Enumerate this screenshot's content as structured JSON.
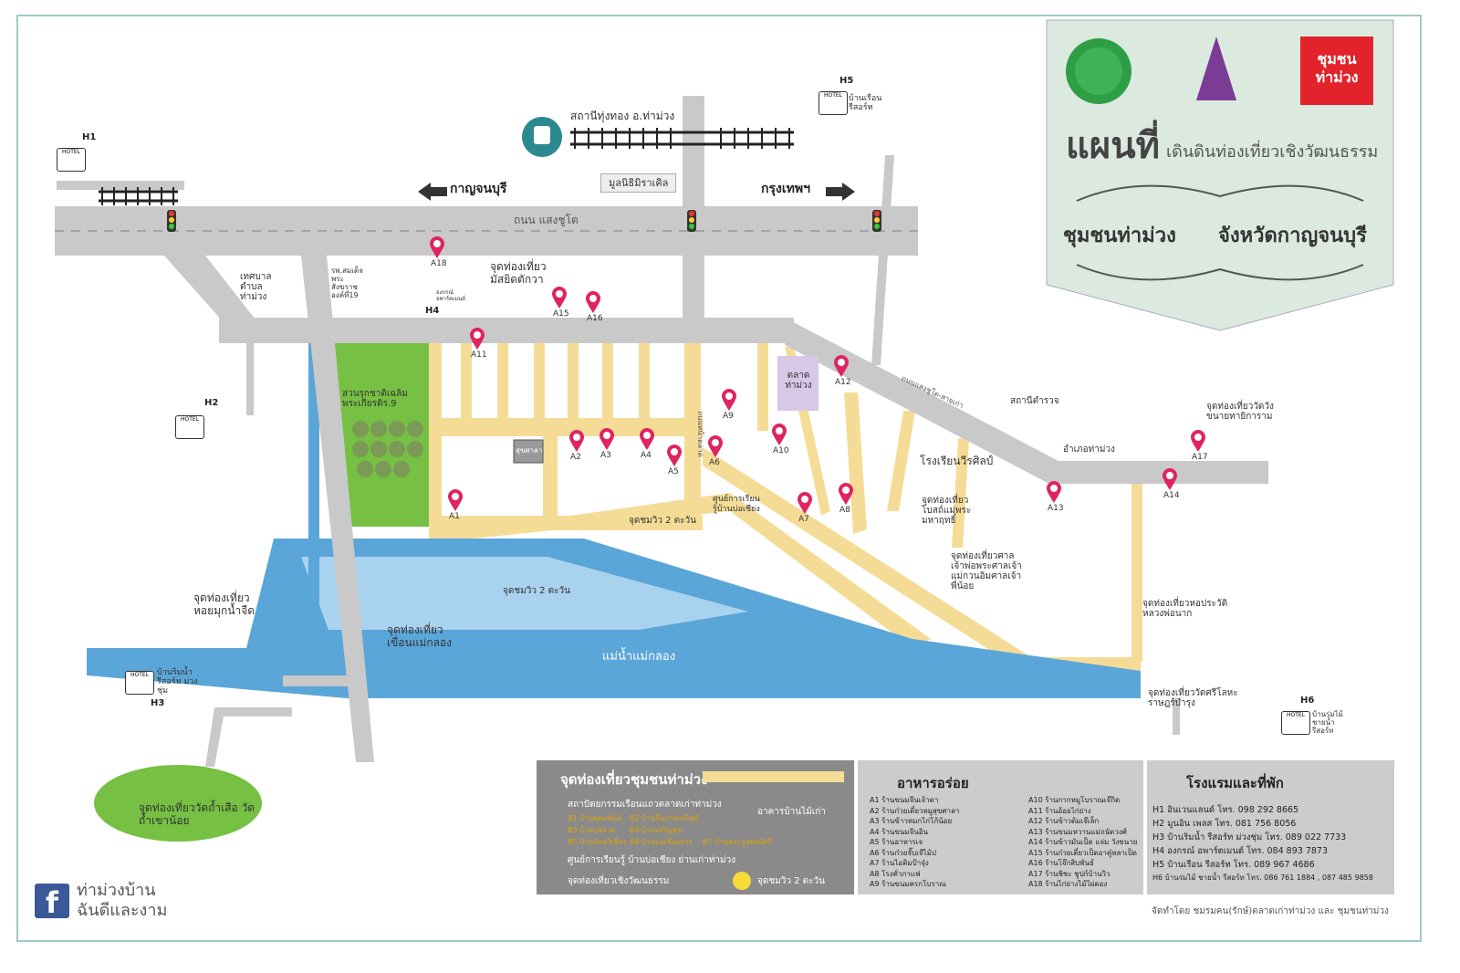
{
  "header": {
    "title_main": "แผนที่",
    "title_sub": "เดินดินท่องเที่ยวเชิงวัฒนธรรม",
    "community": "ชุมชนท่าม่วง",
    "province": "จังหวัดกาญจนบุรี",
    "logo_right_text": "ชุมชนท่าม่วง"
  },
  "places": {
    "station": "สถานีทุ่งทอง อ.ท่าม่วง",
    "foundation": "มูลนิธิมิราเคิล",
    "to_kanchanaburi": "กาญจนบุรี",
    "to_bangkok": "กรุงเทพฯ",
    "road_saengchuto": "ถนน แสงชูโต",
    "municipality": "เทศบาลตำบลท่าม่วง",
    "hospital": "รพ.สมเด็จพระสังฆราชองค์ที่19",
    "mosque": "จุดท่องเที่ยวมัสยิดตักวา",
    "park": "สวนรุกชาติเฉลิมพระเกียรติร.9",
    "market": "ตลาดท่าม่วง",
    "sala": "สุขศาลา",
    "learning_center": "ศูนย์การเรียนรู้บ้านบ่อเชียง",
    "viewpoint": "จุดชมวิว 2 ตะวัน",
    "river_viewpoint": "จุดชมวิว 2 ตะวัน",
    "police": "สถานีตำรวจ",
    "district_office": "อำเภอท่าม่วง",
    "school": "โรงเรียนวีรศิลป์",
    "church": "จุดท่องเที่ยวโบสถ์แม่พระมหาฤทธิ์",
    "shrine": "จุดท่องเที่ยวศาลเจ้าพ่อพระศาลเจ้าแม่กวนอิมศาลเจ้าพี่น้อย",
    "wat_wang": "จุดท่องเที่ยววัดวังขนายทายิการาม",
    "luang_pho": "จุดท่องเที่ยวหอประวัติหลวงพ่อนาก",
    "wat_sri": "จุดท่องเที่ยววัดศรีโลหะราษฎร์บำรุง",
    "river": "แม่น้ำแม่กลอง",
    "pearl": "จุดท่องเที่ยวหอยมุกน้ำจืด",
    "dam": "จุดท่องเที่ยวเขื่อนแม่กลอง",
    "cave": "จุดท่องเที่ยววัดถ้ำเสือ วัดถ้ำเขาน้อย",
    "road_vertical": "ถนนแสงชูโต-สายเก่า",
    "road_market": "ถนนหน้าตลาด"
  },
  "hotels_map": [
    {
      "id": "H1",
      "name": "HOTEL"
    },
    {
      "id": "H2",
      "name": "HOTEL"
    },
    {
      "id": "H3",
      "name": "บ้านริมน้ำ รีสอร์ท ม่วงชุ่ม"
    },
    {
      "id": "H4",
      "name": "องกรณ์ อพาร์ตเมนต์"
    },
    {
      "id": "H5",
      "name": "บ้านเรือน รีสอร์ท"
    },
    {
      "id": "H6",
      "name": "บ้านร่มไม้ ชายน้ำ รีสอร์ท"
    }
  ],
  "pins": [
    "A1",
    "A2",
    "A3",
    "A4",
    "A5",
    "A6",
    "A7",
    "A8",
    "A9",
    "A10",
    "A11",
    "A12",
    "A13",
    "A14",
    "A15",
    "A16",
    "A17",
    "A18"
  ],
  "house_codes": [
    "B1",
    "B2",
    "B3",
    "B4",
    "B5",
    "B6",
    "B7"
  ],
  "legend_tourism": {
    "title": "จุดท่องเที่ยวชุมชนท่าม่วง",
    "heritage": "สถาปัตยกรรมเรือนแถวตลาดเก่าท่าม่วง",
    "b_items": [
      "B1 บ้านอุดมพันธ์",
      "B2 บ้านจีนภาพาณิชย์",
      "B3 บ้านบ่อยวด",
      "B4 บ้านเจริญสุข",
      "B5 บ้านรัตนวิเชียร",
      "B6 บ้านบ่อเชียงล่าง",
      "B7 บ้านตระกูลพงษ์ศรี"
    ],
    "wooden": "อาคารบ้านไม้เก่า",
    "learning": "ศูนย์การเรียนรู้ บ้านบ่อเชียง ย่านเก่าท่าม่วง",
    "cultural": "จุดท่องเที่ยวเชิงวัฒนธรรม",
    "viewpoint": "จุดชมวิว 2 ตะวัน"
  },
  "legend_food": {
    "title": "อาหารอร่อย",
    "items_left": [
      {
        "code": "A1",
        "name": "ร้านขนมจีนเจ้าดา"
      },
      {
        "code": "A2",
        "name": "ร้านก๋วยเตี๋ยวหมูสุขศาลา"
      },
      {
        "code": "A3",
        "name": "ร้านข้าวหมกไก่โก้น้อย"
      },
      {
        "code": "A4",
        "name": "ร้านขนมจีนอิน"
      },
      {
        "code": "A5",
        "name": "ร้านอาหารเจ"
      },
      {
        "code": "A6",
        "name": "ร้านก๋วยจั๊บเจ๊ไม้ป"
      },
      {
        "code": "A7",
        "name": "ร้านไอติมป้าจุ๋ง"
      },
      {
        "code": "A8",
        "name": "โรงคั่วกาแฟ"
      },
      {
        "code": "A9",
        "name": "ร้านขนมครกโบราณ"
      }
    ],
    "items_right": [
      {
        "code": "A10",
        "name": "ร้านกากหมูโบราณเจ๊กิด"
      },
      {
        "code": "A11",
        "name": "ร้านอ้อยไก่ย่าง"
      },
      {
        "code": "A12",
        "name": "ร้านข้าวต้มเจ๊เล็ก"
      },
      {
        "code": "A13",
        "name": "ร้านขนมหวานแม่ถนัดวงศ์"
      },
      {
        "code": "A14",
        "name": "ร้านข้าวมันเป็ด แจ่ม วังขนาย"
      },
      {
        "code": "A15",
        "name": "ร้านก๋วยเตี๋ยวเป็ดอาคู๋หลาเป็ด"
      },
      {
        "code": "A16",
        "name": "ร้านโจ๊กสิบพันธ์"
      },
      {
        "code": "A17",
        "name": "ร้านชิชะ ชูปก์บ้านวิว"
      },
      {
        "code": "A18",
        "name": "ร้านไก่ย่างไม้ไผ่ดอง"
      }
    ]
  },
  "legend_hotels": {
    "title": "โรงแรมและที่พัก",
    "items": [
      {
        "code": "H1",
        "name": "อินเวนแลนด์ โทร. 098 292 8665"
      },
      {
        "code": "H2",
        "name": "มูนอิน เพลส โทร. 081 756 8056"
      },
      {
        "code": "H3",
        "name": "บ้านริมน้ำ รีสอร์ท ม่วงชุ่ม โทร. 089 022 7733"
      },
      {
        "code": "H4",
        "name": "องกรณ์ อพาร์ตเมนต์ โทร. 084 893 7873"
      },
      {
        "code": "H5",
        "name": "บ้านเรือน รีสอร์ท โทร. 089 967 4686"
      },
      {
        "code": "H6",
        "name": "บ้านร่มไม้ ชายน้ำ รีสอร์ท โทร. 086 761 1884 , 087 485 9858"
      }
    ]
  },
  "facebook": {
    "line1": "ท่าม่วงบ้าน",
    "line2": "ฉันดีและงาม"
  },
  "credit": "จัดทำโดย  ชมรมคน(รักษ์)ตลาดเก่าท่าม่วง และ ชุมชนท่าม่วง",
  "colors": {
    "road": "#c9c9c9",
    "lane": "#f5dc96",
    "river": "#5ba6d8",
    "park": "#76c043",
    "banner": "#dbe9df",
    "pin": "#e0245e",
    "legend": "#cccccc"
  }
}
